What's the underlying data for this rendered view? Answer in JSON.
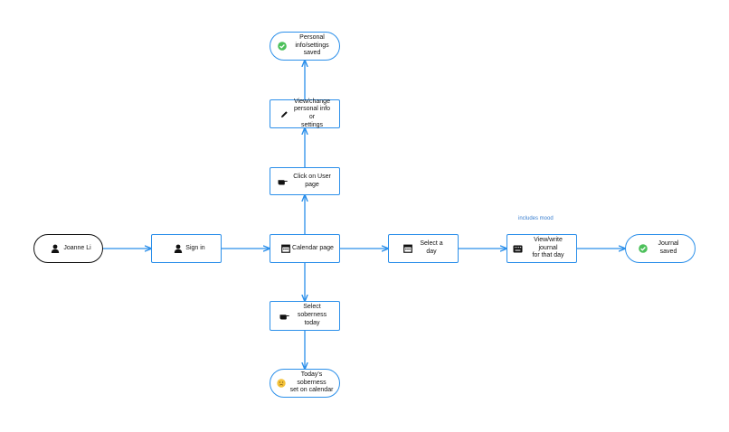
{
  "nodes": {
    "start": "Joanne Li",
    "signin": "Sign in",
    "calendar": "Calendar page",
    "select_day": "Select a day",
    "journal": "View/write journal\nfor that day",
    "journal_saved": "Journal saved",
    "user_page": "Click on User page",
    "change_info": "View/change\npersonal info or\nsettings",
    "info_saved": "Personal\ninfo/settings saved",
    "select_sober": "Select soberness\ntoday",
    "sober_set": "Today's soberness\nset on calendar"
  },
  "annotation": "includes mood",
  "colors": {
    "edge": "#2b8fea",
    "saved": "#4cc05a",
    "emoji": "#f5c33b"
  },
  "icons": {
    "start": "person-icon",
    "signin": "person-icon",
    "calendar": "calendar-icon",
    "select_day": "calendar-icon",
    "journal": "keyboard-icon",
    "journal_saved": "check-circle-icon",
    "user_page": "hand-pointer-icon",
    "change_info": "pencil-icon",
    "info_saved": "check-circle-icon",
    "select_sober": "hand-pointer-icon",
    "sober_set": "worried-face-icon"
  }
}
